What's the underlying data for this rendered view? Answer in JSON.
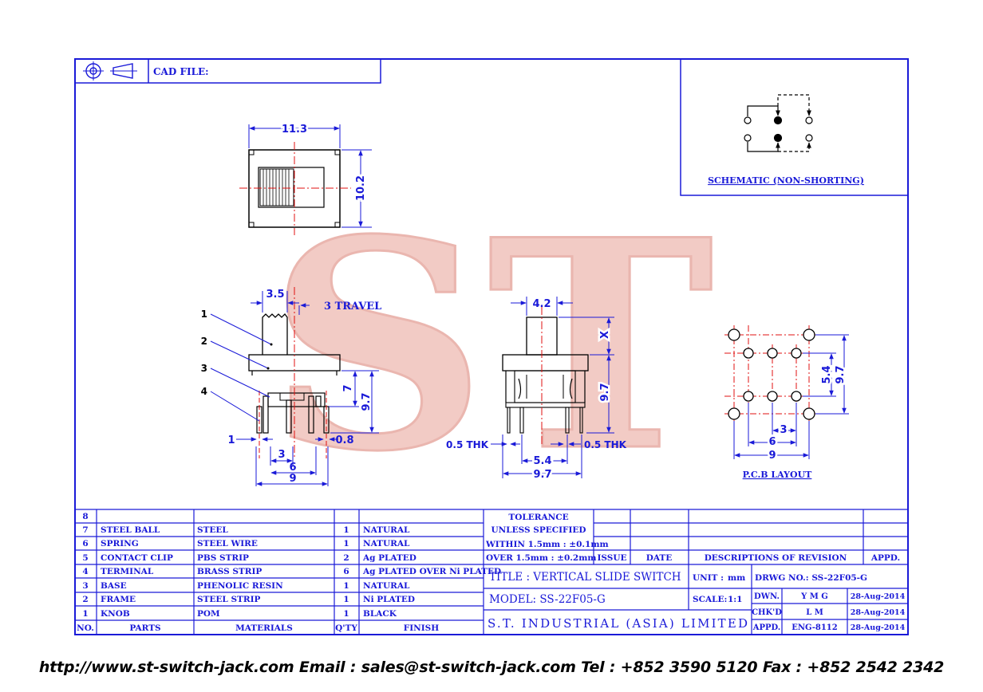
{
  "header": {
    "cad_file_label": "CAD FILE:"
  },
  "watermark": {
    "text": "ST"
  },
  "top_view": {
    "width_dim": "11.3",
    "height_dim": "10.2"
  },
  "side_view": {
    "knob_dim": "3.5",
    "travel_label": "3 TRAVEL",
    "part_callouts": [
      "1",
      "2",
      "3",
      "4"
    ],
    "height_7": "7",
    "height_97": "9.7",
    "pin_1": "1",
    "pin_08": "0.8",
    "pitch_3": "3",
    "pitch_6": "6",
    "pitch_9": "9"
  },
  "front_view": {
    "knob_dim": "4.2",
    "x_label": "X",
    "height_97": "9.7",
    "thk_left": "0.5 THK",
    "thk_right": "0.5 THK",
    "dim_54": "5.4",
    "dim_97": "9.7"
  },
  "schematic": {
    "caption": "SCHEMATIC (NON-SHORTING)"
  },
  "pcb_layout": {
    "caption": "P.C.B LAYOUT",
    "dim_3": "3",
    "dim_6": "6",
    "dim_9": "9",
    "dim_54": "5.4",
    "dim_97": "9.7"
  },
  "bom": {
    "headers": {
      "no": "NO.",
      "parts": "PARTS",
      "materials": "MATERIALS",
      "qty": "Q'TY",
      "finish": "FINISH"
    },
    "rows": [
      {
        "no": "8",
        "part": "",
        "material": "",
        "qty": "",
        "finish": ""
      },
      {
        "no": "7",
        "part": "STEEL BALL",
        "material": "STEEL",
        "qty": "1",
        "finish": "NATURAL"
      },
      {
        "no": "6",
        "part": "SPRING",
        "material": "STEEL WIRE",
        "qty": "1",
        "finish": "NATURAL"
      },
      {
        "no": "5",
        "part": "CONTACT CLIP",
        "material": "PBS STRIP",
        "qty": "2",
        "finish": "Ag PLATED"
      },
      {
        "no": "4",
        "part": "TERMINAL",
        "material": "BRASS STRIP",
        "qty": "6",
        "finish": "Ag PLATED OVER Ni PLATED"
      },
      {
        "no": "3",
        "part": "BASE",
        "material": "PHENOLIC RESIN",
        "qty": "1",
        "finish": "NATURAL"
      },
      {
        "no": "2",
        "part": "FRAME",
        "material": "STEEL STRIP",
        "qty": "1",
        "finish": "Ni PLATED"
      },
      {
        "no": "1",
        "part": "KNOB",
        "material": "POM",
        "qty": "1",
        "finish": "BLACK"
      }
    ]
  },
  "tolerance": {
    "line1": "TOLERANCE",
    "line2": "UNLESS SPECIFIED",
    "line3": "WITHIN 1.5mm : ±0.1mm",
    "line4": "OVER 1.5mm : ±0.2mm"
  },
  "revision": {
    "issue": "ISSUE",
    "date": "DATE",
    "descriptions": "DESCRIPTIONS OF REVISION",
    "appd": "APPD."
  },
  "title_block": {
    "title": "TITLE : VERTICAL SLIDE SWITCH",
    "model": "MODEL: SS-22F05-G",
    "company": "S.T. INDUSTRIAL (ASIA) LIMITED",
    "unit_label": "UNIT :",
    "unit_value": "mm",
    "scale_label": "SCALE:",
    "scale_value": "1:1",
    "drwg_no": "DRWG NO.: SS-22F05-G",
    "dwn_label": "DWN.",
    "dwn_value": "Y M G",
    "dwn_date": "28-Aug-2014",
    "chkd_label": "CHK'D",
    "chkd_value": "L M",
    "chkd_date": "28-Aug-2014",
    "appd_label": "APPD.",
    "appd_value": "ENG-8112",
    "appd_date": "28-Aug-2014"
  },
  "footer": {
    "text": "http://www.st-switch-jack.com  Email : sales@st-switch-jack.com  Tel : +852 3590 5120  Fax : +852 2542 2342"
  },
  "colors": {
    "frame_blue": "#1a1ad8",
    "drawing_black": "#000000",
    "center_red": "#e01010",
    "watermark_pink": "#f2b9b3"
  }
}
